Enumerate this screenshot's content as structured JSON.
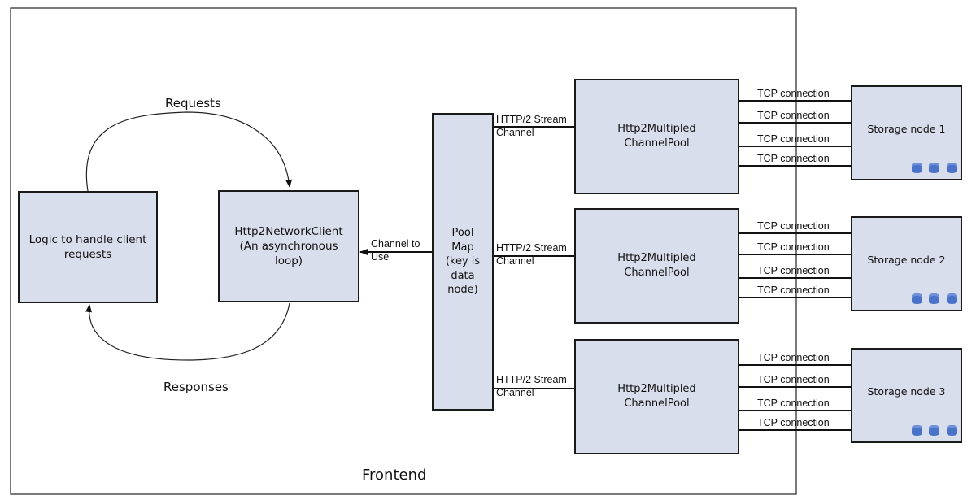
{
  "frontend": {
    "label": "Frontend"
  },
  "client_logic": {
    "label": "Logic to handle client\nrequests"
  },
  "network_client": {
    "label": "Http2NetworkClient\n(An asynchronous\nloop)"
  },
  "pool_map": {
    "label": "Pool\nMap\n(key is\ndata\nnode)"
  },
  "loop_labels": {
    "requests": "Requests",
    "responses": "Responses"
  },
  "channel_to_use": "Channel to\nUse",
  "pools": [
    {
      "label": "Http2Multipled\nChannelPool",
      "stream_label": "HTTP/2 Stream\nChannel"
    },
    {
      "label": "Http2Multipled\nChannelPool",
      "stream_label": "HTTP/2 Stream\nChannel"
    },
    {
      "label": "Http2Multipled\nChannelPool",
      "stream_label": "HTTP/2 Stream\nChannel"
    }
  ],
  "tcp_label": "TCP connection",
  "storage_nodes": [
    {
      "label": "Storage node 1"
    },
    {
      "label": "Storage node 2"
    },
    {
      "label": "Storage node 3"
    }
  ],
  "colors": {
    "box_fill": "#d8deec",
    "stroke": "#1a1a1a",
    "database": "#4a72c8"
  },
  "icons": {
    "storage": "database-icon"
  }
}
